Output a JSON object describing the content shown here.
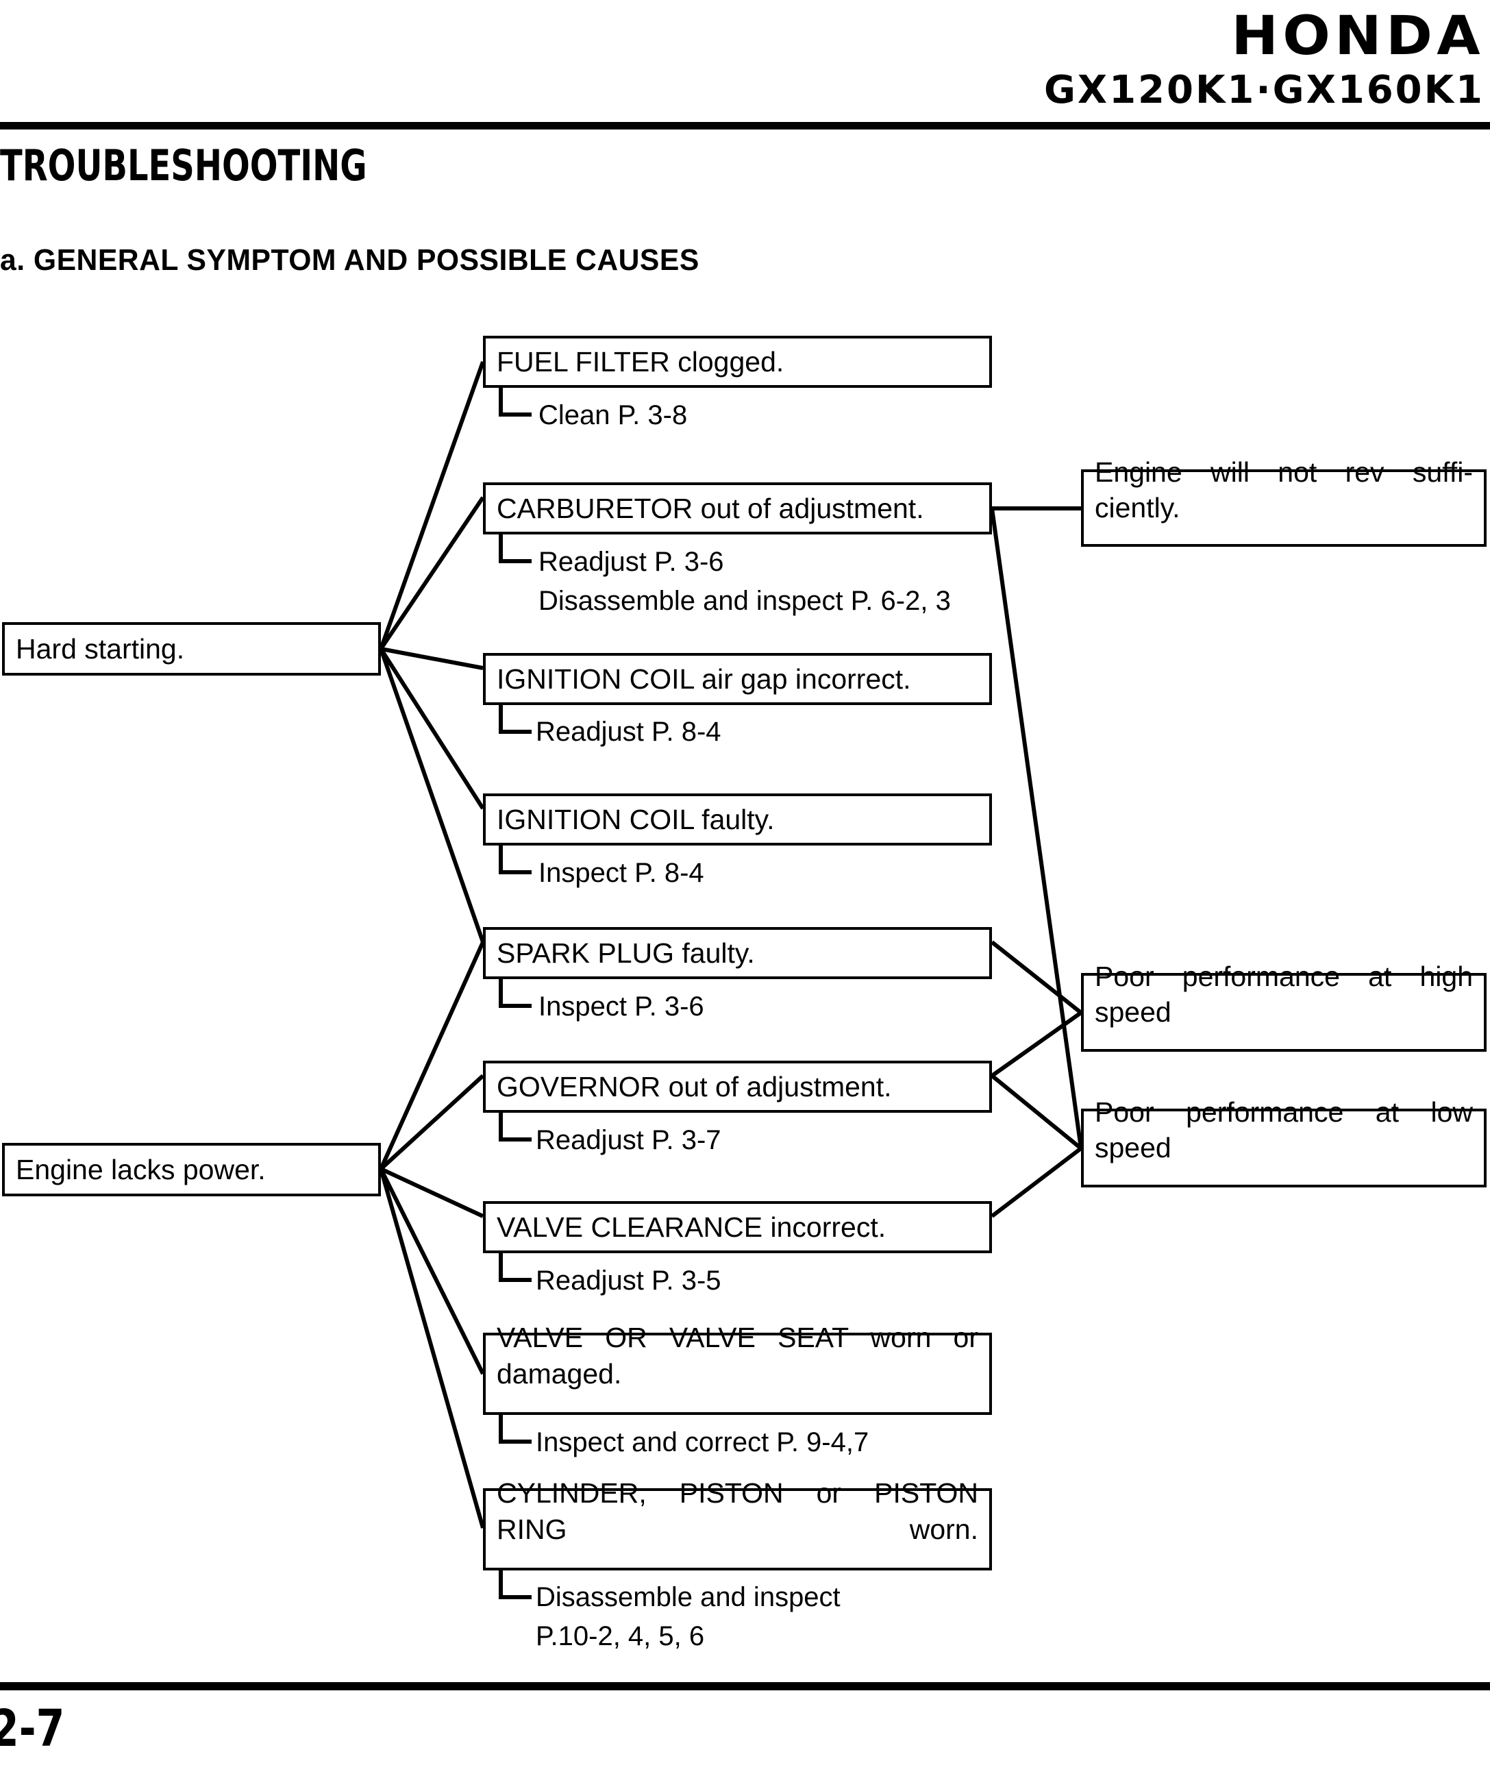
{
  "header": {
    "brand": "HONDA",
    "model": "GX120K1·GX160K1"
  },
  "document": {
    "title": "TROUBLESHOOTING",
    "section_heading": "a. GENERAL SYMPTOM AND POSSIBLE CAUSES",
    "page_number": "2-7"
  },
  "chart_data": {
    "type": "diagram",
    "title": "TROUBLESHOOTING",
    "subtitle": "a. GENERAL SYMPTOM AND POSSIBLE CAUSES",
    "symptoms": [
      {
        "id": "hard-starting",
        "label": "Hard starting."
      },
      {
        "id": "engine-lacks-power",
        "label": "Engine lacks power."
      }
    ],
    "causes": [
      {
        "id": "fuel-filter",
        "label": "FUEL FILTER clogged.",
        "remedy": "Clean P. 3-8"
      },
      {
        "id": "carburetor",
        "label": "CARBURETOR out of adjustment.",
        "remedy": "Readjust P. 3-6\nDisassemble and inspect P. 6-2, 3"
      },
      {
        "id": "ignition-coil-air-gap",
        "label": "IGNITION COIL air gap incorrect.",
        "remedy": "Readjust P. 8-4"
      },
      {
        "id": "ignition-coil-faulty",
        "label": "IGNITION COIL faulty.",
        "remedy": "Inspect P. 8-4"
      },
      {
        "id": "spark-plug",
        "label": "SPARK PLUG faulty.",
        "remedy": "Inspect P. 3-6"
      },
      {
        "id": "governor",
        "label": "GOVERNOR out of adjustment.",
        "remedy": "Readjust P. 3-7"
      },
      {
        "id": "valve-clearance",
        "label": "VALVE CLEARANCE incorrect.",
        "remedy": "Readjust P. 3-5"
      },
      {
        "id": "valve-seat",
        "label": "VALVE OR VALVE SEAT worn or damaged.",
        "remedy": "Inspect and correct P. 9-4,7"
      },
      {
        "id": "cylinder-piston",
        "label": "CYLINDER, PISTON or PISTON RING worn.",
        "remedy": "Disassemble and inspect\nP.10-2, 4, 5, 6"
      }
    ],
    "outcomes": [
      {
        "id": "no-rev",
        "label": "Engine will not rev suffi-ciently."
      },
      {
        "id": "poor-high",
        "label": "Poor performance at high speed"
      },
      {
        "id": "poor-low",
        "label": "Poor performance at low speed"
      }
    ],
    "links": [
      {
        "from": "hard-starting",
        "to": "fuel-filter"
      },
      {
        "from": "hard-starting",
        "to": "carburetor"
      },
      {
        "from": "hard-starting",
        "to": "ignition-coil-air-gap"
      },
      {
        "from": "hard-starting",
        "to": "ignition-coil-faulty"
      },
      {
        "from": "hard-starting",
        "to": "spark-plug"
      },
      {
        "from": "engine-lacks-power",
        "to": "spark-plug"
      },
      {
        "from": "engine-lacks-power",
        "to": "governor"
      },
      {
        "from": "engine-lacks-power",
        "to": "valve-clearance"
      },
      {
        "from": "engine-lacks-power",
        "to": "valve-seat"
      },
      {
        "from": "engine-lacks-power",
        "to": "cylinder-piston"
      },
      {
        "from": "carburetor",
        "to": "no-rev"
      },
      {
        "from": "carburetor",
        "to": "poor-low"
      },
      {
        "from": "spark-plug",
        "to": "poor-high"
      },
      {
        "from": "governor",
        "to": "poor-high"
      },
      {
        "from": "governor",
        "to": "poor-low"
      },
      {
        "from": "valve-clearance",
        "to": "poor-low"
      }
    ]
  }
}
